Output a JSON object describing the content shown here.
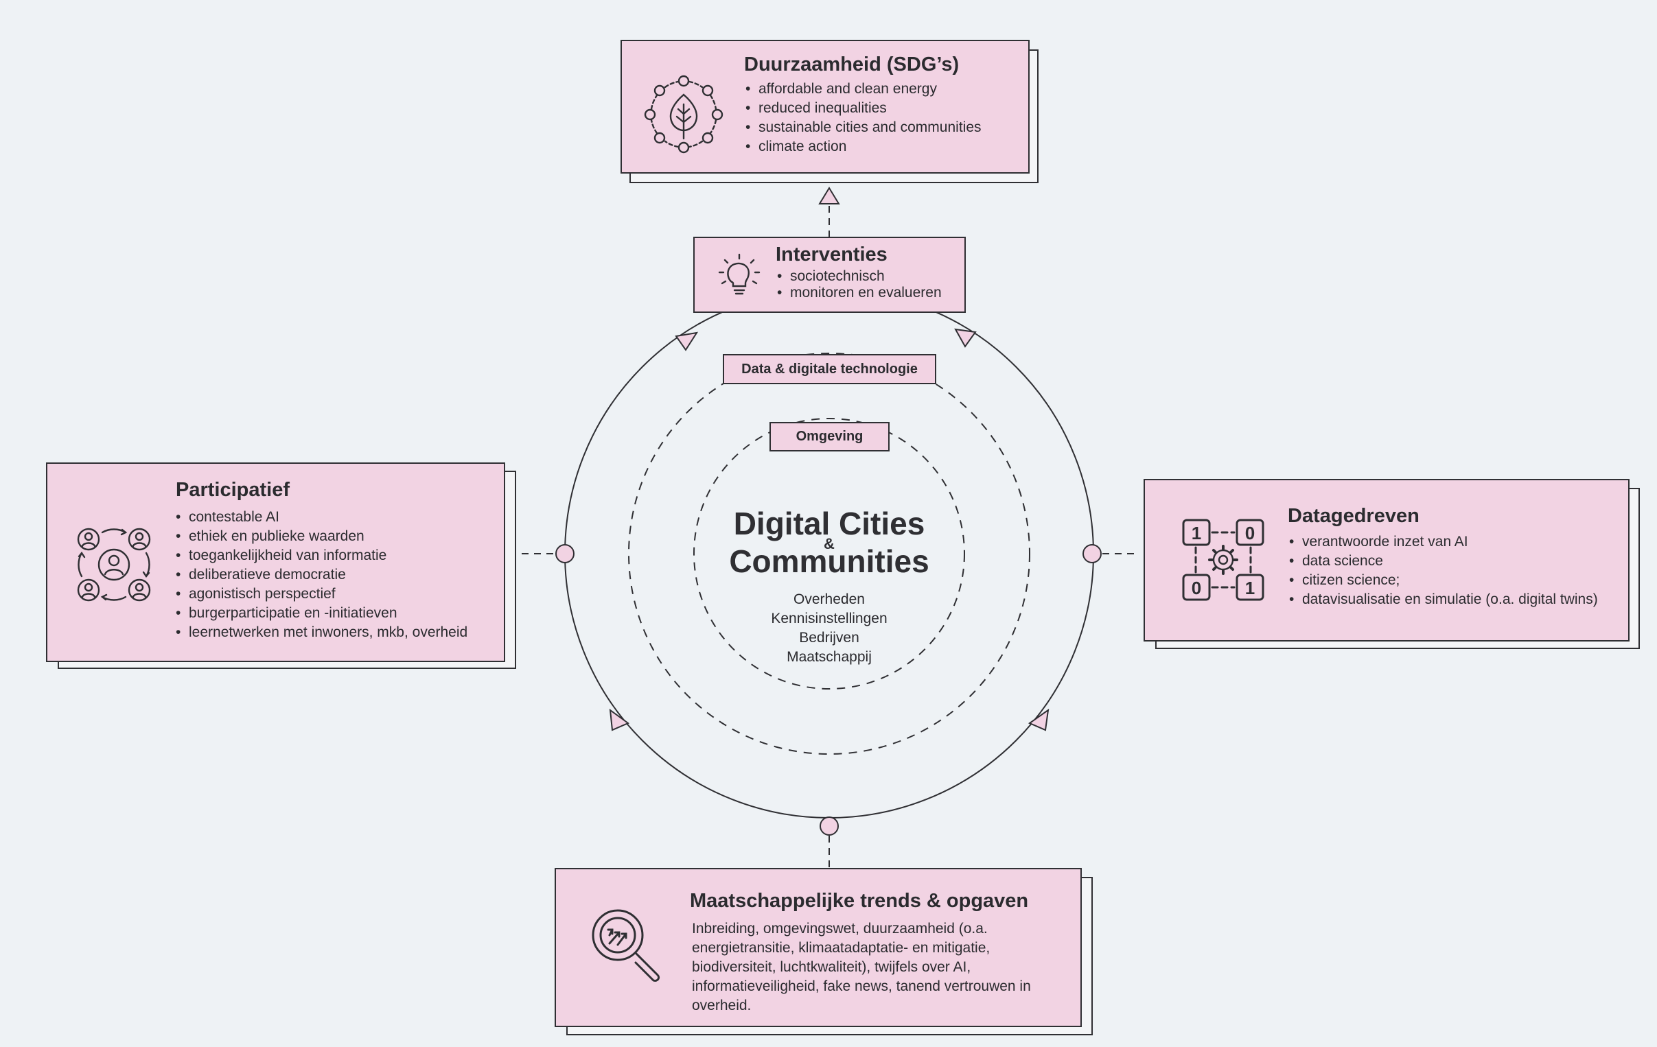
{
  "center": {
    "title_line1": "Digital Cities",
    "ampersand": "&",
    "title_line2": "Communities",
    "stakeholders": [
      "Overheden",
      "Kennisinstellingen",
      "Bedrijven",
      "Maatschappij"
    ]
  },
  "rings": {
    "middle_label": "Data & digitale technologie",
    "inner_label": "Omgeving"
  },
  "interventies": {
    "title": "Interventies",
    "items": [
      "sociotechnisch",
      "monitoren en evalueren"
    ]
  },
  "duurzaamheid": {
    "title": "Duurzaamheid (SDG’s)",
    "items": [
      "affordable and clean energy",
      "reduced inequalities",
      "sustainable cities and communities",
      "climate action"
    ]
  },
  "participatief": {
    "title": "Participatief",
    "items": [
      "contestable AI",
      "ethiek en publieke waarden",
      "toegankelijkheid van informatie",
      "deliberatieve democratie",
      "agonistisch perspectief",
      "burgerparticipatie en -initiatieven",
      "leernetwerken met inwoners, mkb, overheid"
    ]
  },
  "datagedreven": {
    "title": "Datagedreven",
    "items": [
      "verantwoorde inzet van AI",
      "data science",
      "citizen science;",
      "datavisualisatie en simulatie (o.a. digital twins)"
    ],
    "icon_digits": [
      "1",
      "0",
      "0",
      "1"
    ]
  },
  "maatschappelijk": {
    "title": "Maatschappelijke trends & opgaven",
    "text": "Inbreiding, omgevingswet, duurzaamheid (o.a. energietransitie, klimaatadaptatie- en mitigatie, biodiversiteit, luchtkwaliteit), twijfels over AI, informatieveiligheid, fake news, tanend vertrouwen in overheid."
  },
  "colors": {
    "background": "#eef2f5",
    "card_fill": "#f2d3e3",
    "stroke": "#2f2f33",
    "text": "#2b2b2f"
  },
  "icons": [
    "leaf-sdg-icon",
    "lightbulb-icon",
    "people-network-icon",
    "binary-gear-icon",
    "magnifier-trend-icon"
  ]
}
